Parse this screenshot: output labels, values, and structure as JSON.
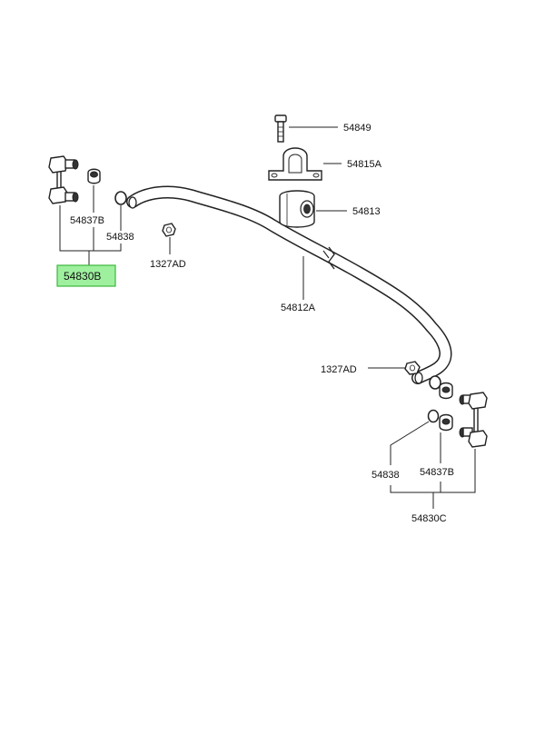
{
  "callouts": {
    "p54849": "54849",
    "p54815a": "54815A",
    "p54813": "54813",
    "p54812a": "54812A",
    "p1327ad_left": "1327AD",
    "p1327ad_right": "1327AD",
    "p54837b_left": "54837B",
    "p54838_left": "54838",
    "p54830b": "54830B",
    "p54838_right": "54838",
    "p54837b_right": "54837B",
    "p54830c": "54830C"
  },
  "colors": {
    "highlight_fill": "#9ef09e",
    "highlight_border": "#3cb83c",
    "line": "#222222"
  }
}
